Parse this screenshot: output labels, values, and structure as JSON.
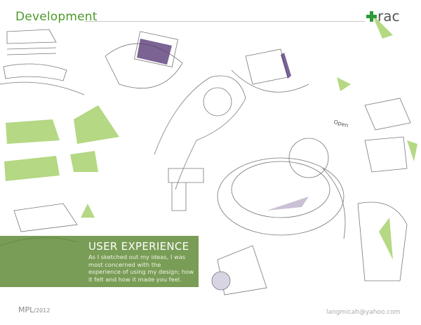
{
  "header": {
    "title": "Development",
    "logo_text": "rac",
    "logo_color": "#2e9a3a"
  },
  "callout": {
    "title": "USER EXPERIENCE",
    "body": "As I sketched out my ideas, I was most concerned with the experience of using my design; how it felt and how it made you feel.",
    "background": "#628c38"
  },
  "sketch_labels": {
    "open": "Open"
  },
  "footer": {
    "initials": "MPL",
    "year": "/2012",
    "email": "langmicah@yahoo.com"
  },
  "colors": {
    "accent_green": "#4d9a2a",
    "marker_green": "#9ccc5a",
    "ink_purple": "#5a3d7a"
  }
}
